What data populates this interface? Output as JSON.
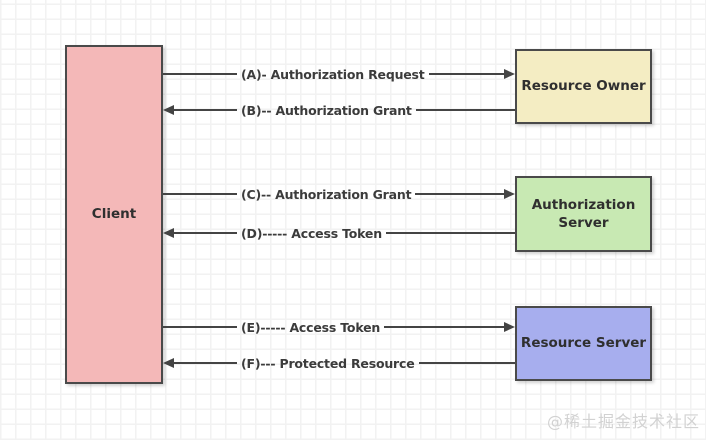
{
  "diagram": {
    "type": "flow",
    "description": "OAuth 2.0 abstract protocol flow diagram on a grid canvas",
    "nodes": {
      "client": {
        "label": "Client",
        "fill": "#f4b8b8"
      },
      "resource_owner": {
        "label": "Resource Owner",
        "fill": "#f4edc3"
      },
      "authorization_server": {
        "label": "Authorization Server",
        "fill": "#c8e9b3"
      },
      "resource_server": {
        "label": "Resource Server",
        "fill": "#a7aeee"
      }
    },
    "edges": [
      {
        "id": "A",
        "label": "(A)- Authorization Request",
        "from": "client",
        "to": "resource_owner",
        "direction": "right"
      },
      {
        "id": "B",
        "label": "(B)-- Authorization Grant",
        "from": "resource_owner",
        "to": "client",
        "direction": "left"
      },
      {
        "id": "C",
        "label": "(C)-- Authorization Grant",
        "from": "client",
        "to": "authorization_server",
        "direction": "right"
      },
      {
        "id": "D",
        "label": "(D)----- Access Token",
        "from": "authorization_server",
        "to": "client",
        "direction": "left"
      },
      {
        "id": "E",
        "label": "(E)----- Access Token",
        "from": "client",
        "to": "resource_server",
        "direction": "right"
      },
      {
        "id": "F",
        "label": "(F)--- Protected Resource",
        "from": "resource_server",
        "to": "client",
        "direction": "left"
      }
    ]
  },
  "watermark": {
    "text": "@稀土掘金技术社区",
    "color": "#d2d2d2"
  },
  "colors": {
    "line": "#444444",
    "node_border": "#4a4a4a",
    "label_text": "#3b3b3b",
    "grid_line": "#f2f2f2",
    "background": "#ffffff"
  }
}
